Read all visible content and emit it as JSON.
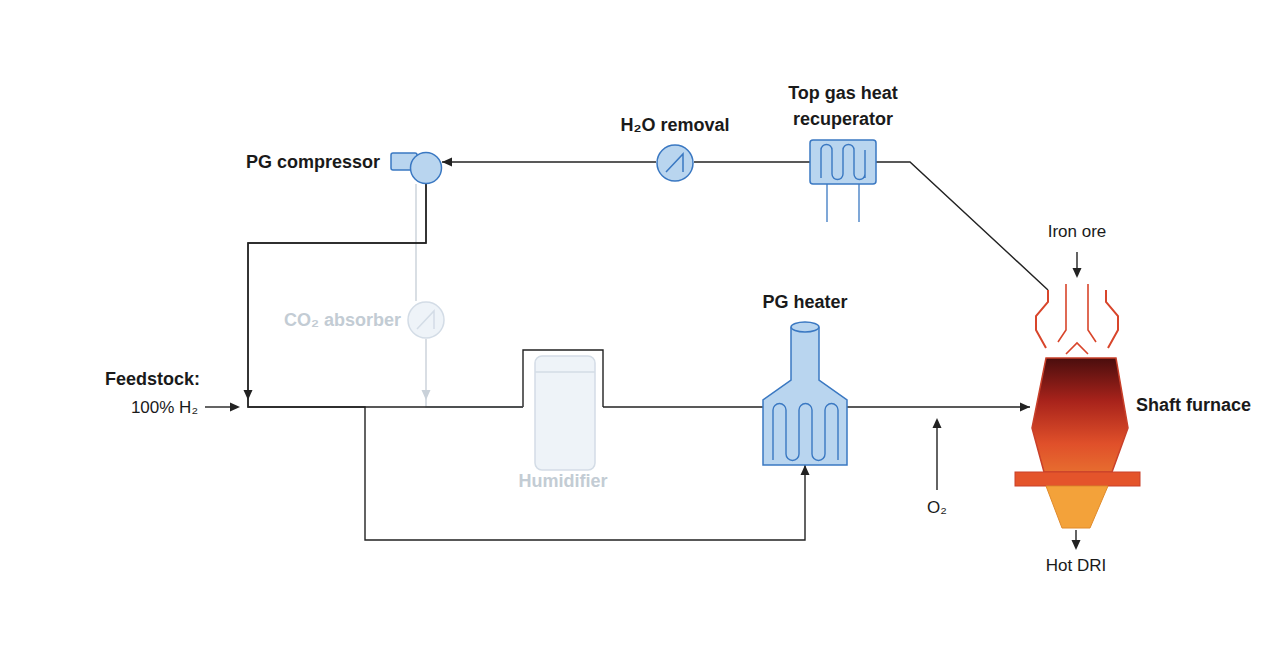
{
  "diagram": {
    "nodes": [
      {
        "text": [
          "PG compressor"
        ]
      },
      {
        "text": [
          "H₂O removal"
        ]
      },
      {
        "text": [
          "Top gas heat recuperator"
        ]
      },
      {
        "text": [
          "CO₂ absorber"
        ]
      },
      {
        "text": [
          "Humidifier"
        ]
      },
      {
        "text": [
          "PG heater"
        ]
      },
      {
        "text": [
          "Shaft furnace"
        ]
      }
    ],
    "edges": [
      {
        "from": 0,
        "to": 4,
        "arrow": "to"
      },
      {
        "from": 0,
        "to": 5,
        "arrow": "to"
      },
      {
        "from": 4,
        "to": 5,
        "arrow": "none"
      },
      {
        "from": 5,
        "to": 6,
        "arrow": "to"
      },
      {
        "from": 6,
        "to": 2,
        "arrow": "none"
      },
      {
        "from": 2,
        "to": 1,
        "arrow": "none"
      },
      {
        "from": 1,
        "to": 0,
        "arrow": "to"
      },
      {
        "from": 0,
        "to": 3,
        "arrow": "none"
      },
      {
        "from": 3,
        "to": 4,
        "arrow": "to"
      }
    ],
    "labels": [
      "Feedstock:",
      "100% H₂",
      "Iron ore",
      "O₂",
      "Hot DRI"
    ]
  }
}
